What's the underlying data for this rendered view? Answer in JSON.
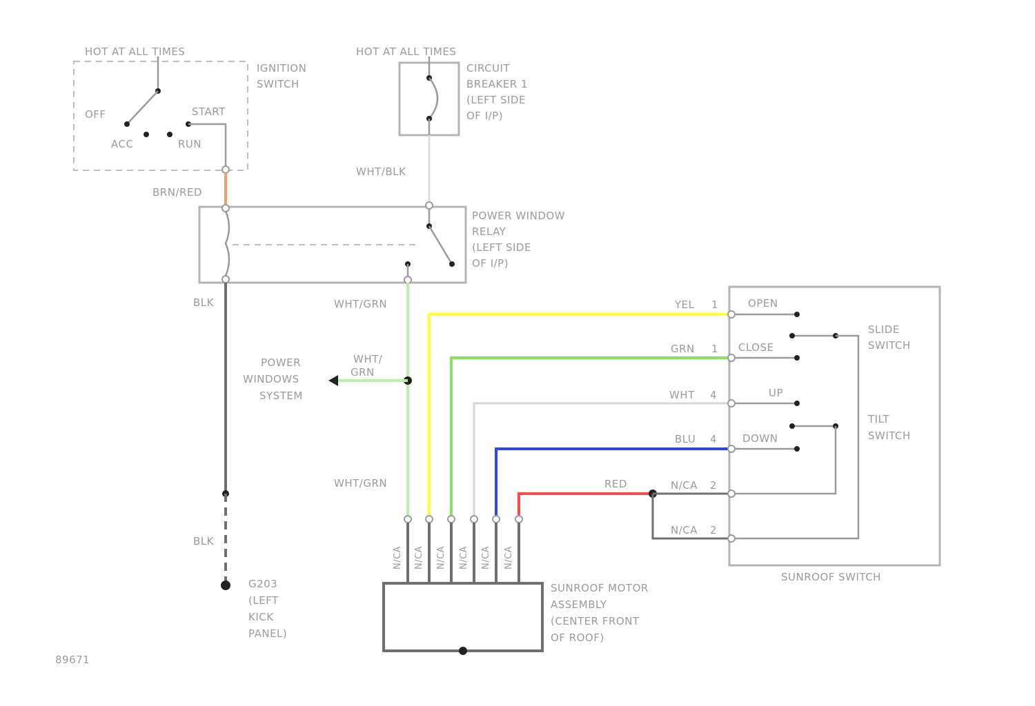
{
  "colors": {
    "yel": "#ffff33",
    "grn": "#88e266",
    "wht_grn": "#b9f0a8",
    "wht": "#d6d6d6",
    "blu": "#2d42ff",
    "red": "#ff4a4a",
    "brn_red": "#f0a070",
    "blk": "#6f6f6f",
    "frame": "#b3b3b3"
  },
  "labels": {
    "hot_left": "HOT AT ALL TIMES",
    "hot_right": "HOT AT ALL TIMES",
    "ignition_switch": [
      "IGNITION",
      "SWITCH"
    ],
    "off": "OFF",
    "start": "START",
    "acc": "ACC",
    "run": "RUN",
    "circuit_breaker": [
      "CIRCUIT",
      "BREAKER 1",
      "(LEFT SIDE",
      "OF I/P)"
    ],
    "wht_blk": "WHT/BLK",
    "brn_red": "BRN/RED",
    "relay": [
      "POWER WINDOW",
      "RELAY",
      "(LEFT SIDE",
      "OF I/P)"
    ],
    "blk_top": "BLK",
    "blk_bottom": "BLK",
    "wht_grn_top": "WHT/GRN",
    "wht_grn_bottom": "WHT/GRN",
    "power_windows": [
      "POWER",
      "WINDOWS",
      "SYSTEM"
    ],
    "wht_grn_branch": [
      "WHT/",
      "GRN"
    ],
    "ground": [
      "G203",
      "(LEFT",
      "KICK",
      "PANEL)"
    ],
    "sunroof_motor": [
      "SUNROOF MOTOR",
      "ASSEMBLY",
      "(CENTER FRONT",
      "OF ROOF)"
    ],
    "diagram_code": "89671",
    "sunroof_switch": "SUNROOF SWITCH",
    "slide_switch": [
      "SLIDE",
      "SWITCH"
    ],
    "tilt_switch": [
      "TILT",
      "SWITCH"
    ],
    "red": "RED",
    "motor_pin": "N/CA"
  },
  "switch_rows": [
    {
      "wire": "YEL",
      "pin": "1",
      "function": "OPEN"
    },
    {
      "wire": "GRN",
      "pin": "1",
      "function": "CLOSE"
    },
    {
      "wire": "WHT",
      "pin": "4",
      "function": "UP"
    },
    {
      "wire": "BLU",
      "pin": "4",
      "function": "DOWN"
    },
    {
      "wire": "N/CA",
      "pin": "2",
      "function": ""
    },
    {
      "wire": "N/CA",
      "pin": "2",
      "function": ""
    }
  ]
}
